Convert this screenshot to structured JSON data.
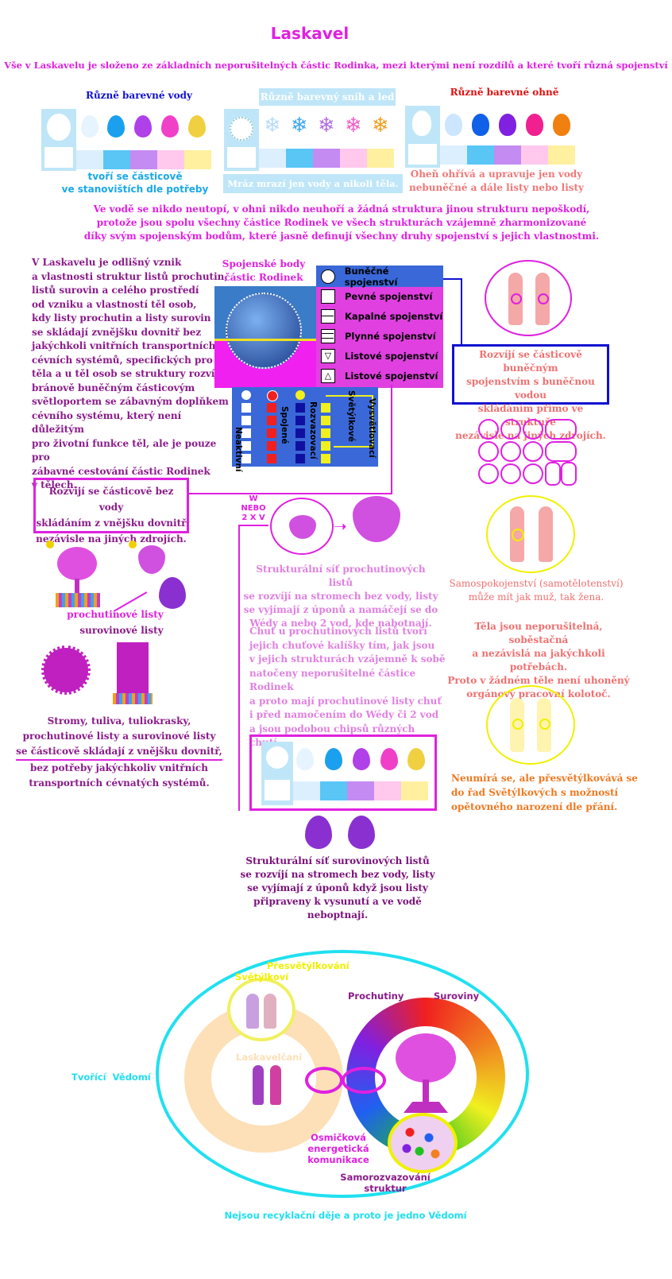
{
  "title": "Laskavel",
  "subtitle": "Vše v Laskavelu je složeno ze základních neporušitelných částic Rodinka, mezi kterými není rozdílů a které tvoří různá spojenství",
  "waters": {
    "title": "Různě barevné vody",
    "caption": [
      "tvoří se částicově",
      "ve stanovištích dle potřeby"
    ],
    "colors": [
      "#ffffff",
      "#dcefff",
      "#59c6f6",
      "#c48bf2",
      "#ffc8ec",
      "#fff0a0"
    ]
  },
  "snow": {
    "title": "Různě barevný sníh a led",
    "caption": "Mráz mrazí jen vody a nikoli těla."
  },
  "fire": {
    "title": "Různě barevné ohně",
    "caption": [
      "Oheň ohřívá a upravuje jen vody",
      "nebuněčné a dále listy nebo listy"
    ]
  },
  "harmony_text": [
    "Ve vodě se nikdo neutopí, v ohni nikdo neuhoří a žádná struktura jinou strukturu nepoškodí,",
    "protože jsou spolu všechny částice Rodinek ve všech strukturách vzájemně zharmonizované",
    "díky svým spojenským bodům, které jasně definují všechny druhy spojenství s jejich vlastnostmi."
  ],
  "left_text": [
    "V Laskavelu je odlišný vznik",
    "a vlastnosti struktur listů prochutin,",
    "listů surovin a celého prostředí",
    "od vzniku a vlastností těl osob,",
    "kdy listy prochutin a listy surovin",
    "se skládají zvnějšku dovnitř bez",
    "jakýchkoli vnitřních transportních",
    "cévních systémů, specifických pro",
    "těla a u těl osob se struktury rozvíjí",
    "bránově buněčným částicovým",
    "světloportem se zábavným doplňkem",
    "cévního systému, který není důležitým",
    "pro životní funkce těl, ale je pouze pro",
    "zábavné cestování částic Rodinek",
    "v tělech."
  ],
  "bonds": {
    "title": [
      "Spojenské body",
      "částic Rodinek"
    ],
    "legend": [
      "Buněčné spojenství",
      "Pevné spojenství",
      "Kapalné spojenství",
      "Plynné spojenství",
      "Listové spojenství",
      "Listové spojenství"
    ],
    "columns": [
      "Neaktivní",
      "Spojené",
      "Rozvazovací",
      "Světýlkové",
      "Vysvětlovací"
    ]
  },
  "right_box_text": [
    "Rozvíjí se částicově buněčným",
    "spojenstvím s buněčnou vodou",
    "skládáním přímo ve struktuře",
    "nezávisle  na jiných zdrojích."
  ],
  "left_box_text": [
    "Rozvíjí se částicově bez vody",
    "skládáním z vnějšku dovnitř",
    "nezávisle na jiných zdrojích."
  ],
  "wnebo": [
    "W",
    "NEBO",
    "2 X V"
  ],
  "leaf_labels": [
    "prochutinové listy",
    "surovinové listy"
  ],
  "trees_text": [
    "Stromy, tuliva, tuliokrasky,",
    "prochutinové listy a surovinové listy",
    "se částicově skládají z vnějšku dovnitř,",
    "bez potřeby jakýchkoliv vnitřních",
    "transportních cévnatých systémů."
  ],
  "center_text_1": [
    "Strukturální síť prochutinových listů",
    "se rozvíjí na stromech bez vody, listy",
    "se vyjímají z úponů a namáčejí se do",
    "Wédy a nebo 2 vod, kde nabotnají."
  ],
  "center_text_2": [
    "Chuť u prochutinových listů tvoří",
    "jejich chuťové kalíšky tím, jak jsou",
    "v jejich strukturách vzájemně k sobě",
    "natočeny neporušitelné částice Rodinek",
    "a proto mají prochutinové listy chuť",
    "i před namočením do Wédy či 2 vod",
    "a jsou podobou chipsů různých chutí."
  ],
  "center_text_3": [
    "Strukturální síť surovinových listů",
    "se rozvíjí na stromech bez vody, listy",
    "se vyjímají z úponů když jsou listy",
    "připraveny k vysunutí a ve vodě",
    "neboptnají."
  ],
  "right_text_1": [
    "Samospokojenství (samotělotenství)",
    "může mít jak muž, tak žena."
  ],
  "right_text_2": [
    "Těla jsou neporušitelná, soběstačná",
    "a nezávislá na jakýchkoli potřebách.",
    "Proto v žádném těle není uhoněný",
    "orgánový pracovní kolotoč."
  ],
  "right_text_3": [
    "Neumírá se, ale přesvětýlkovává se",
    "do řad Světýlkových s možností",
    "opětovného narození dle přání."
  ],
  "cycle": {
    "presvetylkovani": "Přesvětýlkování",
    "svetylkovi": "Světýlkoví",
    "laskavelcani": "Laskavelčani",
    "tvorici_vedomi": "Tvořící  Vědomí",
    "prochutiny": "Prochutiny",
    "suroviny": "Suroviny",
    "osmickova": [
      "Osmičková",
      "energetická",
      "komunikace"
    ],
    "samorozvazovani": [
      "Samorozvazování",
      "struktur"
    ],
    "footer": "Nejsou recyklační děje a proto je jedno Vědomí"
  },
  "colors": {
    "magenta": "#e020e0",
    "purple": "#8a1a8a",
    "blue": "#1010d0",
    "red": "#e01010",
    "cyan": "#20d0e8",
    "yellow": "#f0f000",
    "salmon": "#f07070",
    "orange": "#f07820"
  }
}
